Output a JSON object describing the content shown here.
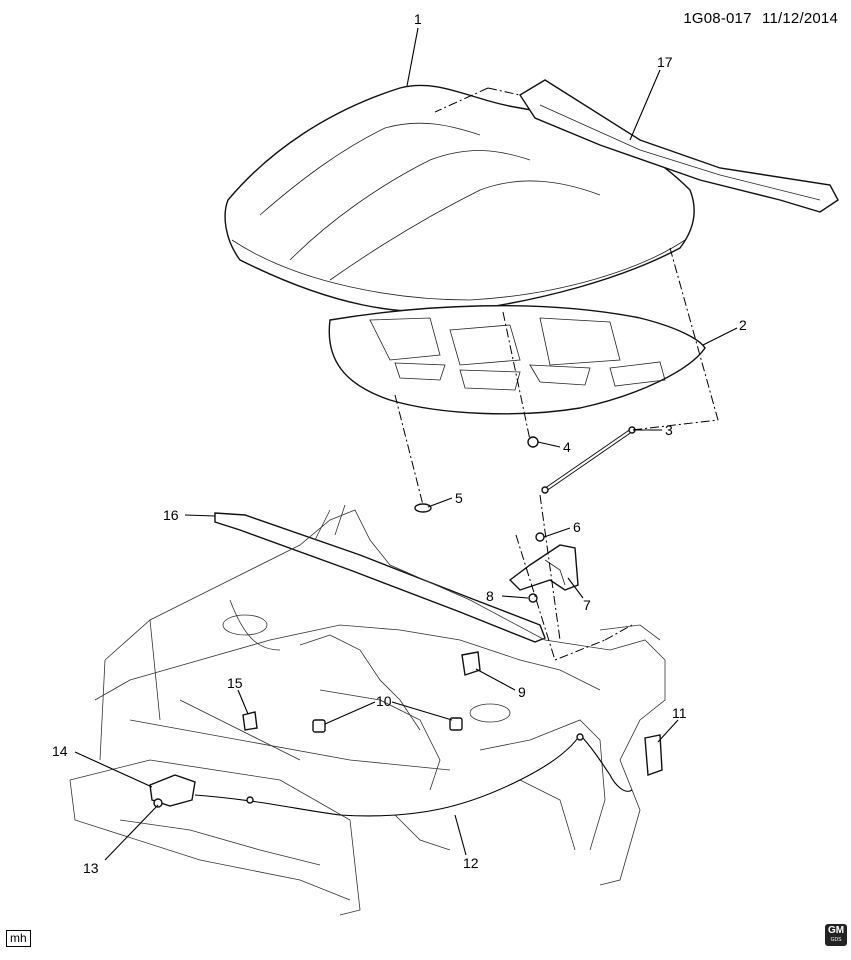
{
  "header": {
    "code": "1G08-017",
    "date": "11/12/2014"
  },
  "callouts": [
    {
      "id": "c1",
      "label": "1"
    },
    {
      "id": "c2",
      "label": "2"
    },
    {
      "id": "c3",
      "label": "3"
    },
    {
      "id": "c4",
      "label": "4"
    },
    {
      "id": "c5",
      "label": "5"
    },
    {
      "id": "c6",
      "label": "6"
    },
    {
      "id": "c7",
      "label": "7"
    },
    {
      "id": "c8",
      "label": "8"
    },
    {
      "id": "c9",
      "label": "9"
    },
    {
      "id": "c10",
      "label": "10"
    },
    {
      "id": "c11",
      "label": "11"
    },
    {
      "id": "c12",
      "label": "12"
    },
    {
      "id": "c13",
      "label": "13"
    },
    {
      "id": "c14",
      "label": "14"
    },
    {
      "id": "c15",
      "label": "15"
    },
    {
      "id": "c16",
      "label": "16"
    },
    {
      "id": "c17",
      "label": "17"
    }
  ],
  "footer": {
    "initials": "mh",
    "logo": "GM",
    "logo_sub": "GDS"
  }
}
